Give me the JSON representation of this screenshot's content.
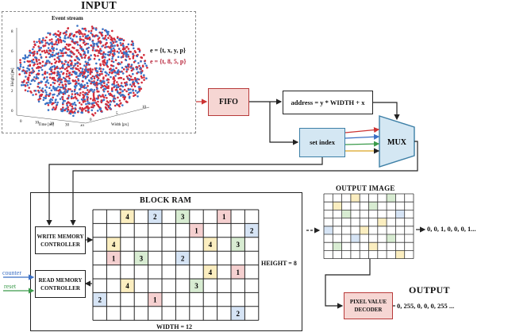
{
  "input": {
    "title": "INPUT",
    "plot_title": "Event stream",
    "ylabel": "Height [px]",
    "xlabel": "Time [ns]",
    "zlabel": "Width [px]",
    "event_formula": "e = {t, x, y, p}",
    "event_example": "e = {t, 8, 5, p}",
    "ticks_y": [
      "8",
      "6",
      "4",
      "2",
      "0"
    ],
    "ticks_x": [
      "0",
      "10",
      "20",
      "30",
      "40"
    ],
    "ticks_z": [
      "0",
      "5",
      "10"
    ]
  },
  "pipeline": {
    "fifo": "FIFO",
    "address": "address = y * WIDTH + x",
    "set_index": "set index",
    "mux": "MUX"
  },
  "ram": {
    "title": "BLOCK RAM",
    "width_label": "WIDTH = 12",
    "height_label": "HEIGHT = 8",
    "write_ctrl_line1": "WRITE MEMORY",
    "write_ctrl_line2": "CONTROLLER",
    "read_ctrl_line1": "READ MEMORY",
    "read_ctrl_line2": "CONTROLLER",
    "counter": "counter",
    "reset": "reset",
    "cells": [
      {
        "r": 0,
        "c": 2,
        "v": "4",
        "color": "#fbeec0"
      },
      {
        "r": 0,
        "c": 4,
        "v": "2",
        "color": "#d6e4f5"
      },
      {
        "r": 0,
        "c": 6,
        "v": "3",
        "color": "#d8ecd2"
      },
      {
        "r": 0,
        "c": 9,
        "v": "1",
        "color": "#f5d0d0"
      },
      {
        "r": 1,
        "c": 7,
        "v": "1",
        "color": "#f5d0d0"
      },
      {
        "r": 1,
        "c": 11,
        "v": "2",
        "color": "#d6e4f5"
      },
      {
        "r": 2,
        "c": 1,
        "v": "4",
        "color": "#fbeec0"
      },
      {
        "r": 2,
        "c": 8,
        "v": "4",
        "color": "#fbeec0"
      },
      {
        "r": 2,
        "c": 10,
        "v": "3",
        "color": "#d8ecd2"
      },
      {
        "r": 3,
        "c": 1,
        "v": "1",
        "color": "#f5d0d0"
      },
      {
        "r": 3,
        "c": 3,
        "v": "3",
        "color": "#d8ecd2"
      },
      {
        "r": 3,
        "c": 6,
        "v": "2",
        "color": "#d6e4f5"
      },
      {
        "r": 4,
        "c": 8,
        "v": "4",
        "color": "#fbeec0"
      },
      {
        "r": 4,
        "c": 10,
        "v": "1",
        "color": "#f5d0d0"
      },
      {
        "r": 5,
        "c": 2,
        "v": "4",
        "color": "#fbeec0"
      },
      {
        "r": 5,
        "c": 7,
        "v": "3",
        "color": "#d8ecd2"
      },
      {
        "r": 6,
        "c": 0,
        "v": "2",
        "color": "#d6e4f5"
      },
      {
        "r": 6,
        "c": 4,
        "v": "1",
        "color": "#f5d0d0"
      },
      {
        "r": 7,
        "c": 10,
        "v": "2",
        "color": "#d6e4f5"
      }
    ]
  },
  "output_image": {
    "title": "OUTPUT IMAGE",
    "values": "0, 0, 1, 0, 0, 0, 1...",
    "cells": [
      {
        "r": 0,
        "c": 3,
        "color": "#fbeec0"
      },
      {
        "r": 0,
        "c": 7,
        "color": "#d8ecd2"
      },
      {
        "r": 1,
        "c": 1,
        "color": "#fbeec0"
      },
      {
        "r": 1,
        "c": 5,
        "color": "#d8ecd2"
      },
      {
        "r": 2,
        "c": 8,
        "color": "#d6e4f5"
      },
      {
        "r": 2,
        "c": 2,
        "color": "#d8ecd2"
      },
      {
        "r": 3,
        "c": 6,
        "color": "#fbeec0"
      },
      {
        "r": 4,
        "c": 0,
        "color": "#d6e4f5"
      },
      {
        "r": 4,
        "c": 4,
        "color": "#fbeec0"
      },
      {
        "r": 5,
        "c": 7,
        "color": "#d8ecd2"
      },
      {
        "r": 5,
        "c": 3,
        "color": "#d6e4f5"
      },
      {
        "r": 6,
        "c": 5,
        "color": "#fbeec0"
      },
      {
        "r": 6,
        "c": 1,
        "color": "#d8ecd2"
      },
      {
        "r": 7,
        "c": 8,
        "color": "#fbeec0"
      }
    ]
  },
  "output": {
    "title": "OUTPUT",
    "decoder_line1": "PIXEL VALUE",
    "decoder_line2": "DECODER",
    "values": "0, 255, 0, 0, 0, 255 ..."
  },
  "colors": {
    "fifo_fill": "#f6d6d3",
    "fifo_border": "#b83a3a",
    "setindex_fill": "#d4e7f3",
    "setindex_border": "#3c7fa6",
    "mux_fill": "#d4e7f3",
    "decoder_fill": "#f6d6d3",
    "red_event": "#d22c3b",
    "blue_event": "#3a73c6",
    "counter_color": "#3a6fc4",
    "reset_color": "#3a9a4a"
  }
}
